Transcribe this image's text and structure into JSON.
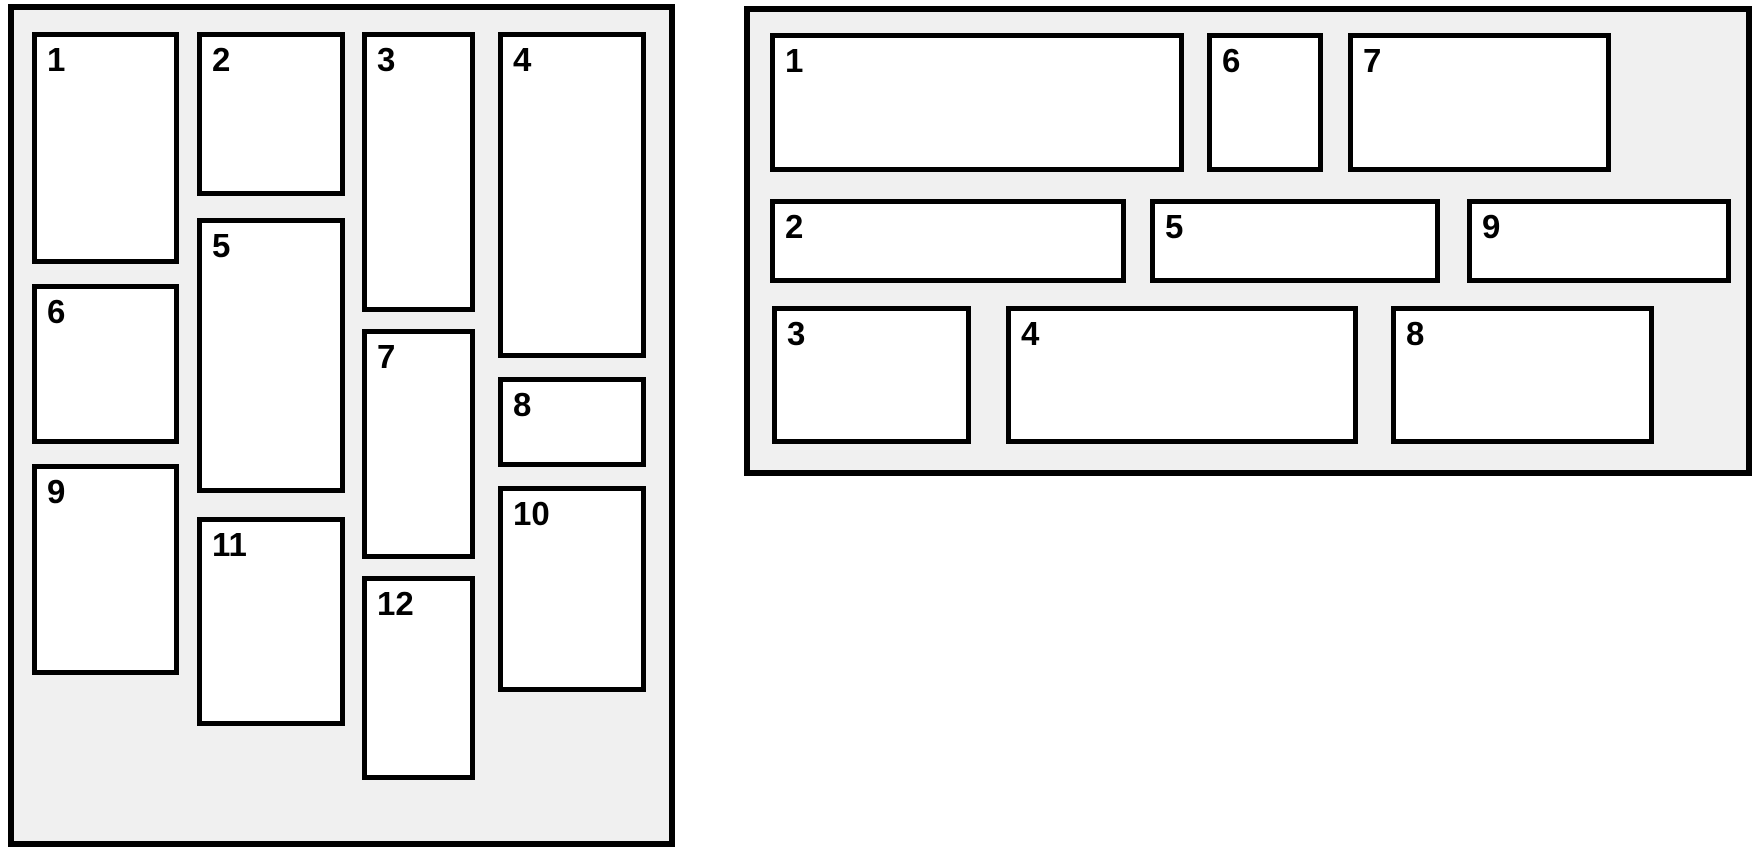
{
  "colors": {
    "page_bg": "#ffffff",
    "panel_bg": "#f0f0f0",
    "box_bg": "#ffffff",
    "border": "#000000",
    "label_color": "#000000"
  },
  "left_panel": {
    "items": [
      "1",
      "2",
      "3",
      "4",
      "5",
      "6",
      "7",
      "8",
      "9",
      "10",
      "11",
      "12"
    ]
  },
  "right_panel": {
    "items": [
      "1",
      "2",
      "3",
      "4",
      "5",
      "6",
      "7",
      "8",
      "9"
    ]
  }
}
